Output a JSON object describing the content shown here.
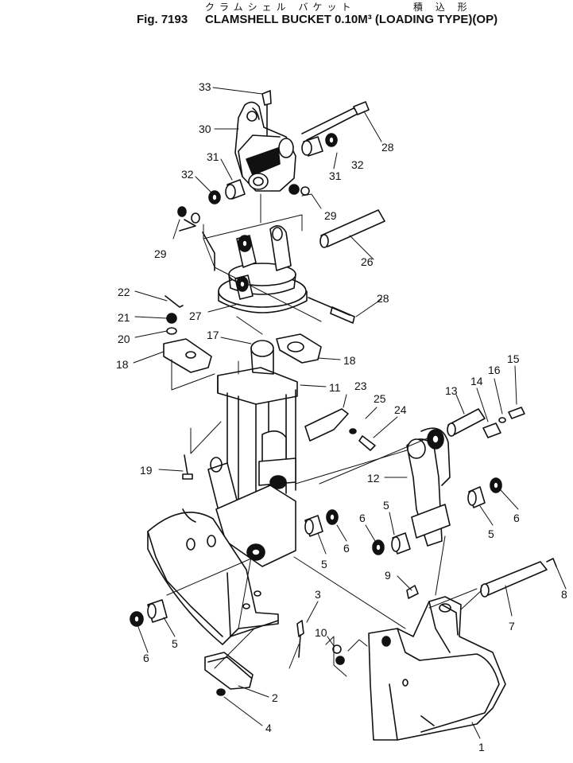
{
  "header": {
    "jp_name": "クラムシェル バケット",
    "jp_type": "積 込 形",
    "fig_label": "Fig. 7193",
    "title_en": "CLAMSHELL BUCKET 0.10M³ (LOADING TYPE)(OP)"
  },
  "callouts": [
    "33",
    "30",
    "31",
    "32",
    "28",
    "31",
    "32",
    "29",
    "29",
    "26",
    "27",
    "28",
    "22",
    "21",
    "20",
    "17",
    "18",
    "18",
    "11",
    "23",
    "25",
    "24",
    "13",
    "14",
    "16",
    "15",
    "19",
    "12",
    "5",
    "6",
    "6",
    "5",
    "5",
    "6",
    "9",
    "8",
    "7",
    "3",
    "10",
    "5",
    "6",
    "2",
    "4",
    "1"
  ]
}
